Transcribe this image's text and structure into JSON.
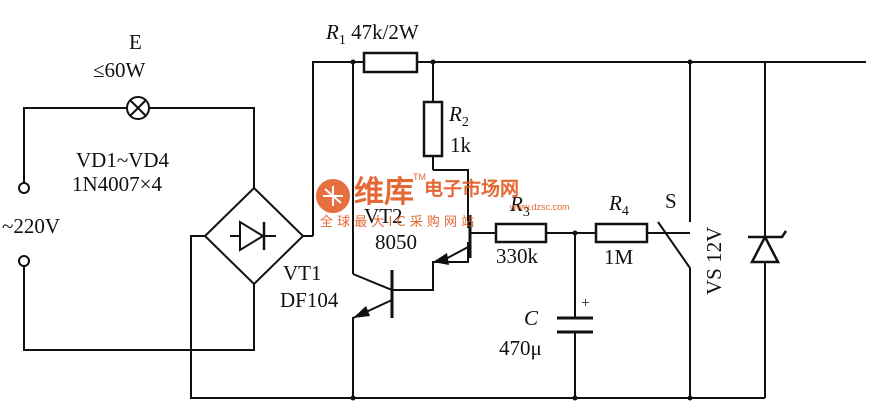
{
  "labels": {
    "lamp_name": "E",
    "lamp_rating": "≤60W",
    "bridge_name": "VD1~VD4",
    "bridge_part": "1N4007×4",
    "supply": "~220V",
    "r1_name": "R",
    "r1_sub": "1",
    "r1_value": "47k/2W",
    "r2_name": "R",
    "r2_sub": "2",
    "r2_value": "1k",
    "r3_name": "R",
    "r3_sub": "3",
    "r3_value": "330k",
    "r4_name": "R",
    "r4_sub": "4",
    "r4_value": "1M",
    "vt2_name": "VT2",
    "vt2_part": "8050",
    "vt1_name": "VT1",
    "vt1_part": "DF104",
    "cap_name": "C",
    "cap_value": "470μ",
    "cap_polarity": "+",
    "switch_name": "S",
    "zener_label": "VS 12V"
  },
  "watermark": {
    "logo_text": "维库",
    "site_cn": "电子市场网",
    "tm": "TM",
    "url": "www.dzsc.com",
    "slogan": "全 球 最 大 I C 采 购 网 站",
    "color": "#e2571f"
  }
}
